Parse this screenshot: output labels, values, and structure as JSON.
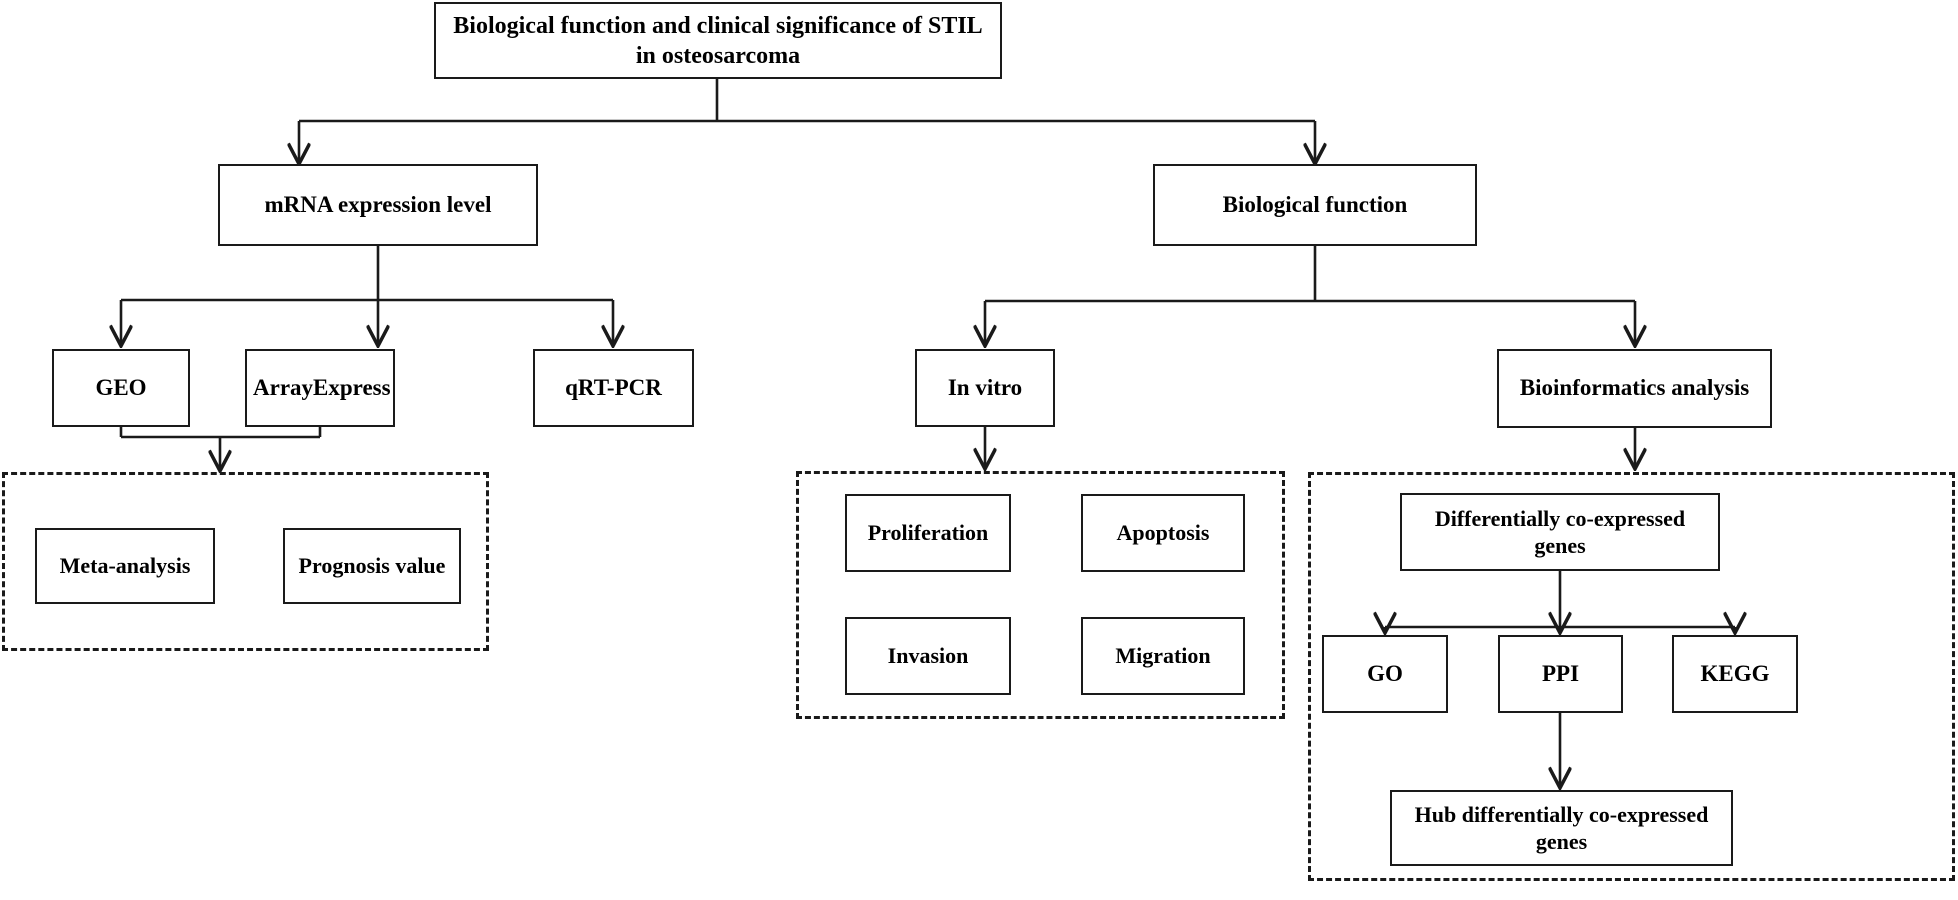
{
  "figure": {
    "type": "flowchart",
    "orientation": "top-down",
    "title": "Biological function and clinical significance of STIL in osteosarcoma",
    "colors": {
      "line": "#1a1a1a",
      "box_border": "#1a1a1a",
      "box_fill": "#ffffff",
      "text": "#000000",
      "background": "#ffffff"
    }
  },
  "nodes": {
    "root": {
      "label": "Biological function and clinical significance of STIL in osteosarcoma"
    },
    "mrna": {
      "label": "mRNA expression level"
    },
    "biofunc": {
      "label": "Biological function"
    },
    "geo": {
      "label": "GEO"
    },
    "arrayexpress": {
      "label": "ArrayExpress"
    },
    "qrtpcr": {
      "label": "qRT-PCR"
    },
    "meta": {
      "label": "Meta-analysis"
    },
    "prognosis": {
      "label": "Prognosis value"
    },
    "invitro": {
      "label": "In vitro"
    },
    "bioinfo": {
      "label": "Bioinformatics analysis"
    },
    "proliferation": {
      "label": "Proliferation"
    },
    "apoptosis": {
      "label": "Apoptosis"
    },
    "invasion": {
      "label": "Invasion"
    },
    "migration": {
      "label": "Migration"
    },
    "degenes": {
      "label": "Differentially co-expressed genes"
    },
    "go": {
      "label": "GO"
    },
    "ppi": {
      "label": "PPI"
    },
    "kegg": {
      "label": "KEGG"
    },
    "hub": {
      "label": "Hub differentially co-expressed genes"
    }
  },
  "groups": {
    "mrna_outputs": {
      "label": ""
    },
    "invitro_assays": {
      "label": ""
    },
    "bioinfo_pipeline": {
      "label": ""
    }
  },
  "edges": [
    {
      "from": "root",
      "to": "mrna"
    },
    {
      "from": "root",
      "to": "biofunc"
    },
    {
      "from": "mrna",
      "to": "geo"
    },
    {
      "from": "mrna",
      "to": "arrayexpress"
    },
    {
      "from": "mrna",
      "to": "qrtpcr"
    },
    {
      "from": "geo",
      "to": "mrna_outputs"
    },
    {
      "from": "arrayexpress",
      "to": "mrna_outputs"
    },
    {
      "from": "biofunc",
      "to": "invitro"
    },
    {
      "from": "biofunc",
      "to": "bioinfo"
    },
    {
      "from": "invitro",
      "to": "invitro_assays"
    },
    {
      "from": "bioinfo",
      "to": "bioinfo_pipeline"
    },
    {
      "from": "degenes",
      "to": "go"
    },
    {
      "from": "degenes",
      "to": "ppi"
    },
    {
      "from": "degenes",
      "to": "kegg"
    },
    {
      "from": "ppi",
      "to": "hub"
    }
  ]
}
